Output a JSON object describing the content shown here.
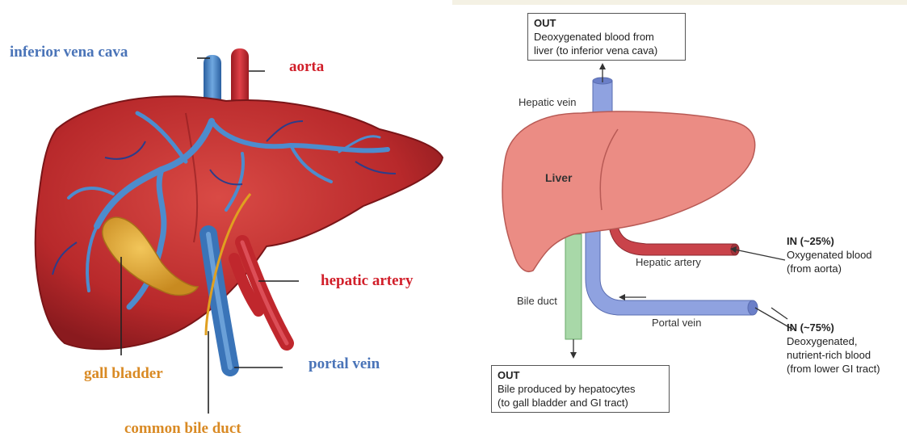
{
  "left_diagram": {
    "labels": {
      "ivc": "inferior vena cava",
      "aorta": "aorta",
      "hepatic_artery": "hepatic artery",
      "gall_bladder": "gall bladder",
      "portal_vein": "portal vein",
      "common_bile_duct": "common bile duct"
    },
    "colors": {
      "blue_label": "#4a74b8",
      "red_label": "#d11f2a",
      "orange_label": "#d98a24",
      "liver": "#b8292b",
      "vein": "#3a74b8",
      "artery": "#c0272d",
      "gall_bladder": "#d4a030"
    }
  },
  "right_diagram": {
    "liver_label": "Liver",
    "vessel_labels": {
      "hepatic_vein": "Hepatic vein",
      "hepatic_artery": "Hepatic artery",
      "portal_vein": "Portal vein",
      "bile_duct": "Bile duct"
    },
    "callouts": {
      "out_top": {
        "title": "OUT",
        "lines": [
          "Deoxygenated blood from",
          "liver (to inferior vena cava)"
        ]
      },
      "in_25": {
        "title": "IN (~25%)",
        "lines": [
          "Oxygenated blood",
          "(from aorta)"
        ]
      },
      "in_75": {
        "title": "IN (~75%)",
        "lines": [
          "Deoxygenated,",
          "nutrient-rich blood",
          "(from lower GI tract)"
        ]
      },
      "out_bottom": {
        "title": "OUT",
        "lines": [
          "Bile produced by hepatocytes",
          "(to gall bladder and GI tract)"
        ]
      }
    },
    "colors": {
      "liver": "#eb8c84",
      "vein": "#8fa2e0",
      "artery": "#c9434a",
      "bile": "#a8d8a8"
    }
  }
}
